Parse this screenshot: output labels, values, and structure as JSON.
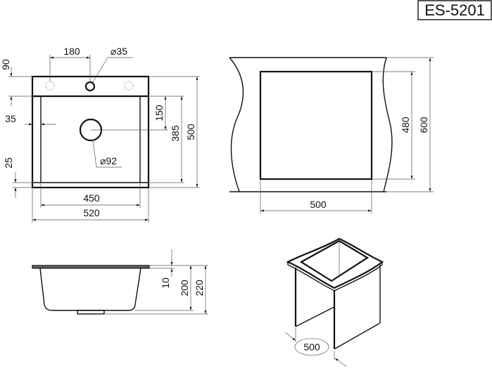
{
  "model": "ES-5201",
  "top_view": {
    "faucet_spacing": "180",
    "faucet_hole_diameter": "⌀35",
    "rim_depth": "90",
    "side_rim": "35",
    "front_rim": "25",
    "drain_offset": "150",
    "inner_depth": "385",
    "outer_depth": "500",
    "drain_diameter": "⌀92",
    "inner_width": "450",
    "outer_width": "520"
  },
  "cutout_view": {
    "cutout_depth": "480",
    "cabinet_depth": "600",
    "cabinet_width": "500"
  },
  "side_view": {
    "rim_thickness": "10",
    "bowl_depth": "200",
    "total_depth": "220"
  },
  "iso_view": {
    "cabinet_width": "500"
  }
}
